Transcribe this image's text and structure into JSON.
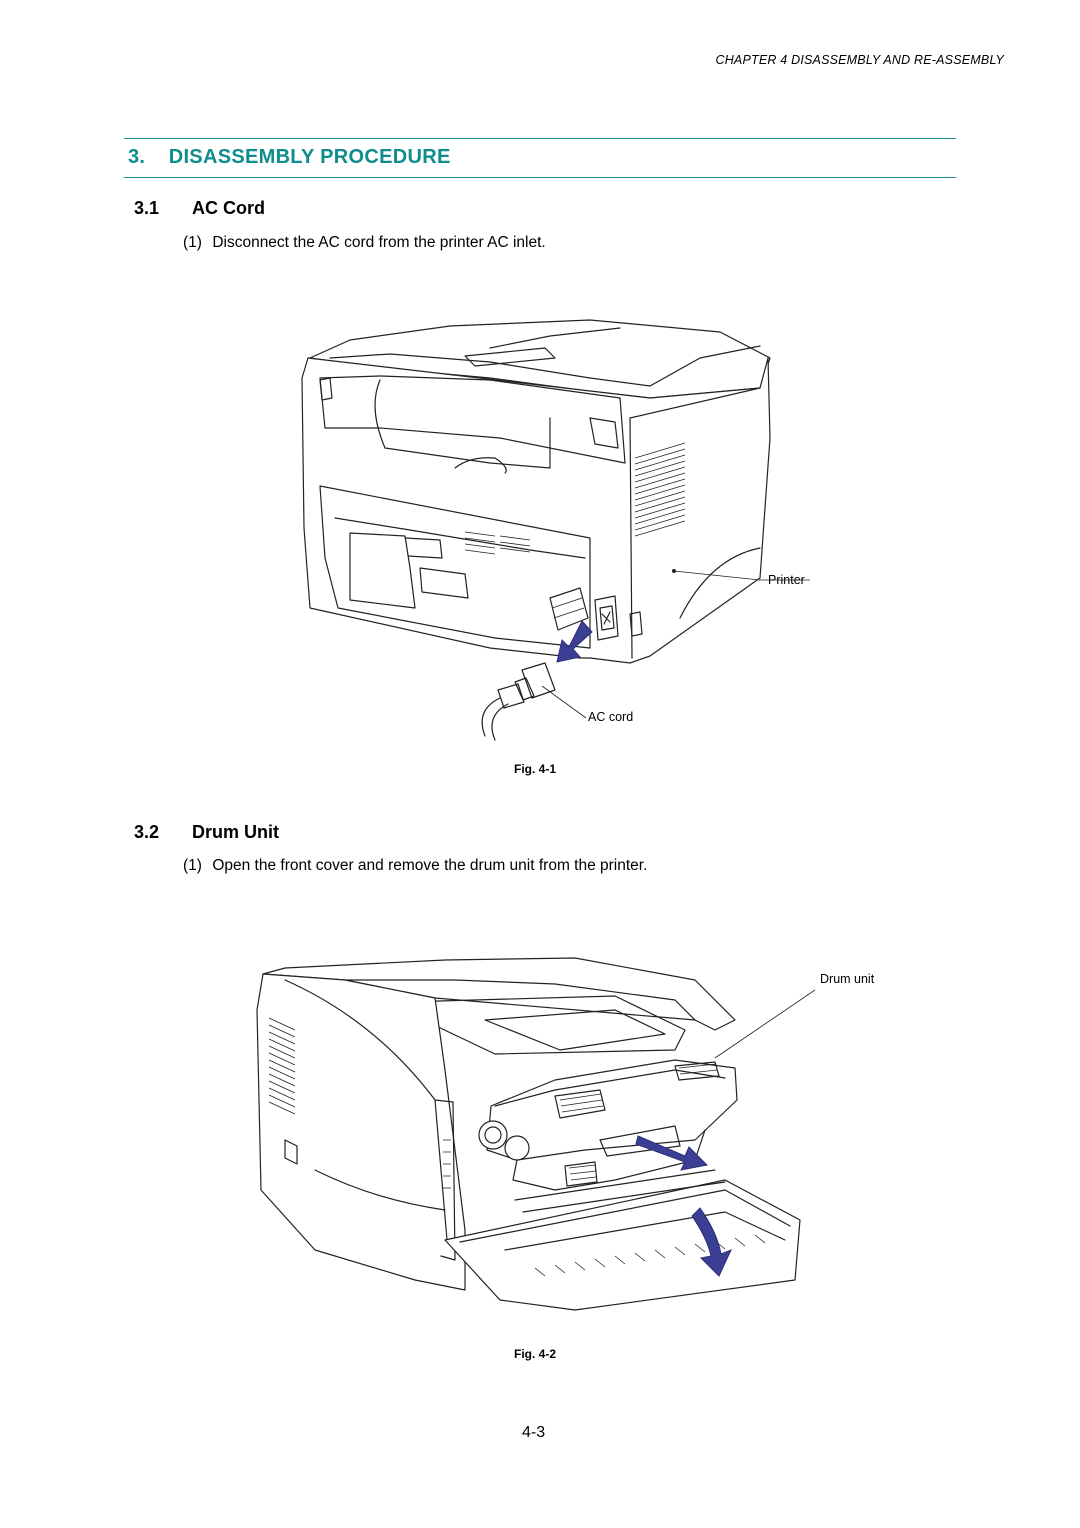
{
  "header": {
    "chapter": "CHAPTER 4  DISASSEMBLY AND RE-ASSEMBLY"
  },
  "section": {
    "title": "3.    DISASSEMBLY PROCEDURE"
  },
  "subsections": [
    {
      "number": "3.1",
      "title": "AC Cord",
      "step_number": "(1)",
      "step_text": "Disconnect the AC cord from the printer AC inlet.",
      "figure": {
        "caption": "Fig. 4-1",
        "callouts": [
          "Printer",
          "AC cord"
        ]
      }
    },
    {
      "number": "3.2",
      "title": "Drum Unit",
      "step_number": "(1)",
      "step_text": "Open the front cover and remove the drum unit from the printer.",
      "figure": {
        "caption": "Fig. 4-2",
        "callouts": [
          "Drum unit"
        ]
      }
    }
  ],
  "footer": {
    "page_number": "4-3"
  },
  "colors": {
    "section_title": "#0f8c8c",
    "rule": "#1a8a8a",
    "arrow": "#3b3f93"
  }
}
